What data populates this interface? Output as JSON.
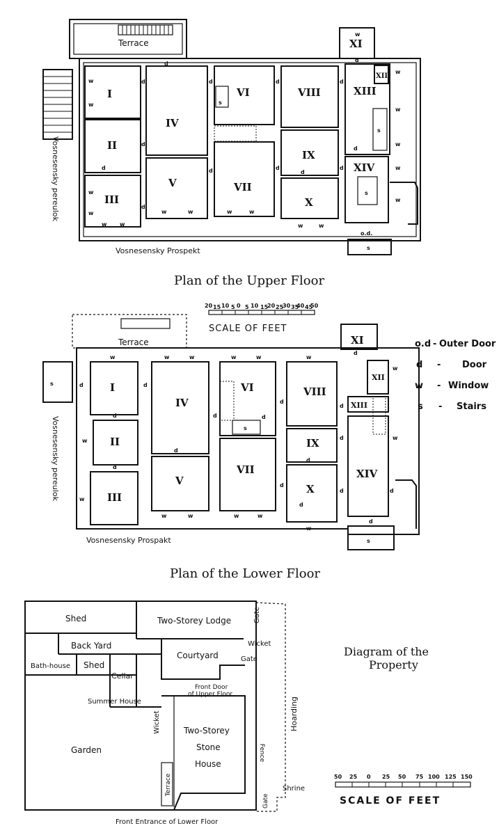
{
  "upper": {
    "caption": "Plan of the Upper Floor",
    "terrace": "Terrace",
    "street_side": "Vosnesensky pereulok",
    "street_front": "Vosnesensky Prospekt",
    "rooms": {
      "r1": "I",
      "r2": "II",
      "r3": "III",
      "r4": "IV",
      "r5": "V",
      "r6": "VI",
      "r7": "VII",
      "r8": "VIII",
      "r9": "IX",
      "r10": "X",
      "r11": "XI",
      "r12": "XII",
      "r13": "XIII",
      "r14": "XIV"
    },
    "marks": {
      "window": "w",
      "door": "d",
      "stairs": "s",
      "outer_door": "o.d."
    }
  },
  "lower": {
    "caption": "Plan of the Lower Floor",
    "terrace": "Terrace",
    "street_side": "Vosnesensky pereulok",
    "street_front": "Vosnesensky Prospakt",
    "rooms": {
      "r1": "I",
      "r2": "II",
      "r3": "III",
      "r4": "IV",
      "r5": "V",
      "r6": "VI",
      "r7": "VII",
      "r8": "VIII",
      "r9": "IX",
      "r10": "X",
      "r11": "XI",
      "r12": "XII",
      "r13": "XIII",
      "r14": "XIV"
    },
    "marks": {
      "window": "w",
      "door": "d",
      "stairs": "s"
    }
  },
  "scale_feet": {
    "title": "SCALE OF FEET",
    "major": [
      "20",
      "10",
      "0",
      "10",
      "20",
      "30",
      "40",
      "50"
    ],
    "minor": [
      "15",
      "5",
      "5",
      "15",
      "25",
      "35",
      "45"
    ]
  },
  "legend": {
    "items": [
      {
        "key": "o.d",
        "sep": "-",
        "value": "Outer Door"
      },
      {
        "key": "d",
        "sep": "-",
        "value": "Door"
      },
      {
        "key": "w",
        "sep": "-",
        "value": "Window"
      },
      {
        "key": "s",
        "sep": "-",
        "value": "Stairs"
      }
    ]
  },
  "property": {
    "title_line1": "Diagram of the",
    "title_line2": "Property",
    "labels": {
      "shed1": "Shed",
      "lodge": "Two-Storey Lodge",
      "gate_top": "Gate",
      "back_yard": "Back Yard",
      "wicket_right": "Wicket",
      "gate_mid": "Gate",
      "bath_house": "Bath-house",
      "shed2": "Shed",
      "courtyard": "Courtyard",
      "cellar": "Cellar",
      "front_door1": "Front Door",
      "front_door2": "of Upper Floor",
      "summer_house": "Summer House",
      "wicket_left": "Wicket",
      "hoarding": "Hoarding",
      "garden": "Garden",
      "house1": "Two-Storey",
      "house2": "Stone",
      "house3": "House",
      "fence": "Fence",
      "terrace": "Terrace",
      "shrine": "Shrine",
      "gate_bottom": "Gate",
      "front_entrance": "Front Entrance of Lower Floor"
    },
    "scale": {
      "title": "SCALE OF FEET",
      "ticks": [
        "50",
        "25",
        "0",
        "25",
        "50",
        "75",
        "100",
        "125",
        "150"
      ]
    }
  }
}
